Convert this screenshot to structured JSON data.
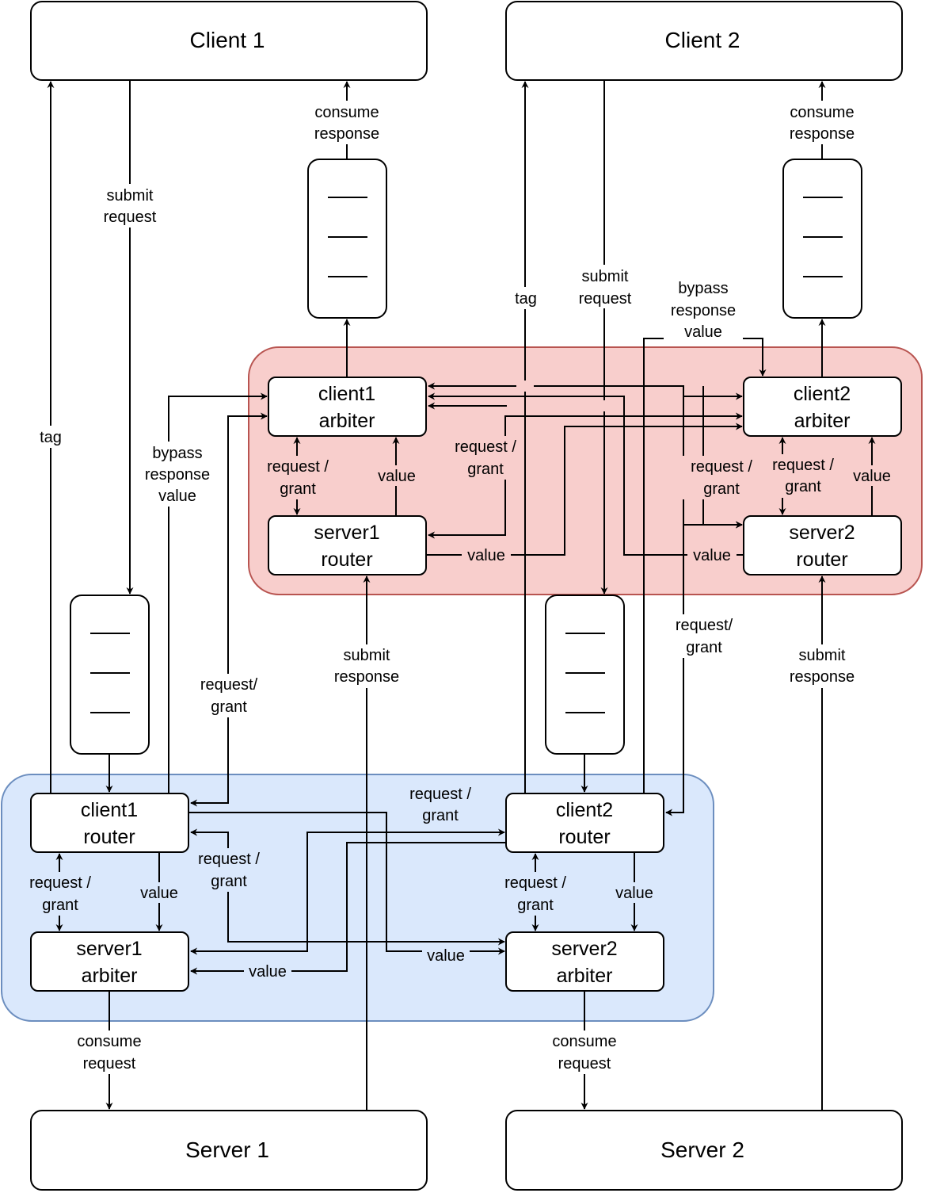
{
  "colors": {
    "server_region_fill": "#f8cecc",
    "server_region_stroke": "#b85450",
    "client_region_fill": "#dae8fc",
    "client_region_stroke": "#6c8ebf",
    "line": "#000000"
  },
  "nodes": {
    "client1": "Client 1",
    "client2": "Client 2",
    "server1": "Server 1",
    "server2": "Server 2",
    "client1_arbiter": [
      "client1",
      "arbiter"
    ],
    "client2_arbiter": [
      "client2",
      "arbiter"
    ],
    "server1_router": [
      "server1",
      "router"
    ],
    "server2_router": [
      "server2",
      "router"
    ],
    "client1_router": [
      "client1",
      "router"
    ],
    "client2_router": [
      "client2",
      "router"
    ],
    "server1_arbiter": [
      "server1",
      "arbiter"
    ],
    "server2_arbiter": [
      "server2",
      "arbiter"
    ]
  },
  "labels": {
    "consume_response": [
      "consume",
      "response"
    ],
    "submit_request": [
      "submit",
      "request"
    ],
    "submit_response": [
      "submit",
      "response"
    ],
    "consume_request": [
      "consume",
      "request"
    ],
    "tag": "tag",
    "bypass_response_value": [
      "bypass",
      "response",
      "value"
    ],
    "request_grant": [
      "request /",
      "grant"
    ],
    "request_grant_tight": [
      "request/",
      "grant"
    ],
    "value": "value"
  }
}
